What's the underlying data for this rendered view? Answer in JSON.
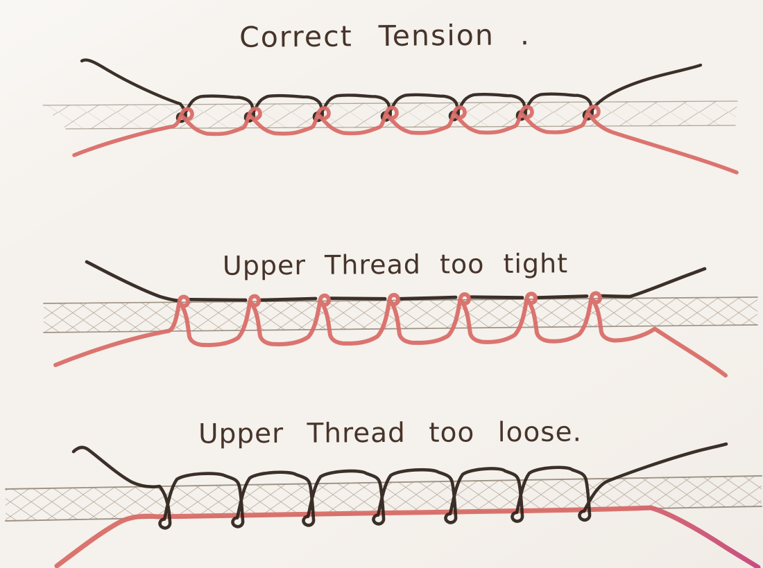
{
  "page": {
    "background_color": "#f5f1ec",
    "ink_color": "#46342a"
  },
  "colors": {
    "upper_thread": "#2c211a",
    "lower_thread": "#d96d68",
    "lower_thread_dark_end": "#c5457b",
    "fabric_line": "#8d8172",
    "hatch": "#a79a89"
  },
  "sections": [
    {
      "title": "Correct Tension ."
    },
    {
      "title": "Upper Thread too tight"
    },
    {
      "title": "Upper Thread too loose."
    }
  ]
}
